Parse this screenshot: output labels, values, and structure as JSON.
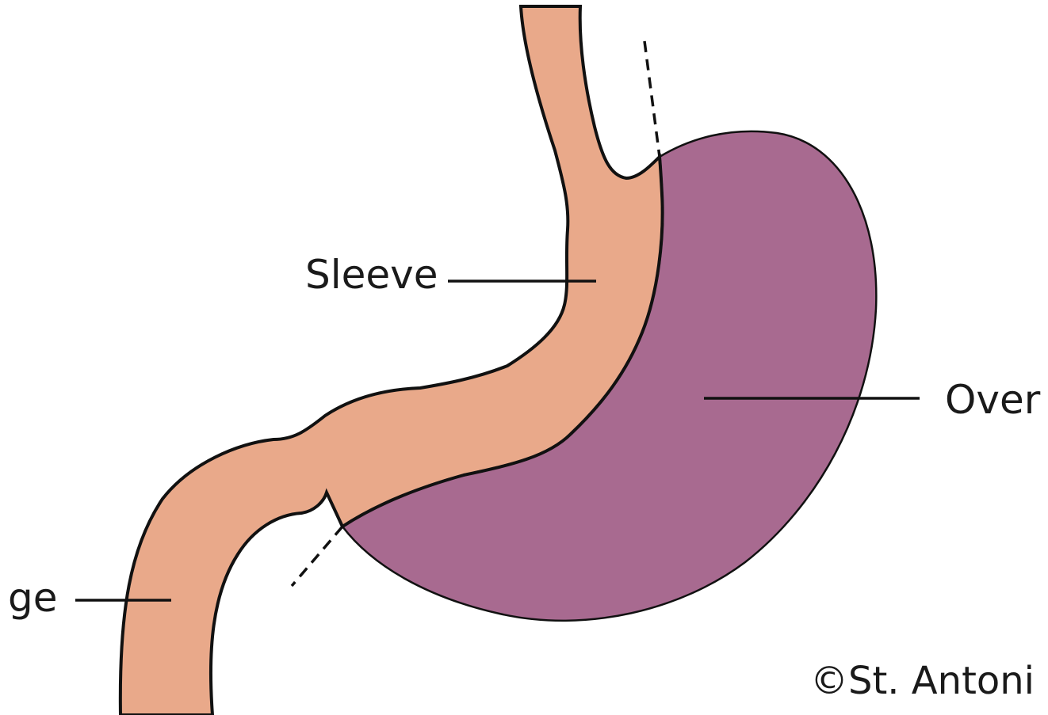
{
  "diagram": {
    "labels": {
      "sleeve": "Sleeve",
      "removed": "Over",
      "bottom_left": "ge"
    },
    "copyright": "©St. Antoni",
    "colors": {
      "sleeve_fill": "#E9A98A",
      "removed_fill": "#A86A90",
      "outline": "#111111",
      "copyright": "#9a9a9a"
    }
  }
}
